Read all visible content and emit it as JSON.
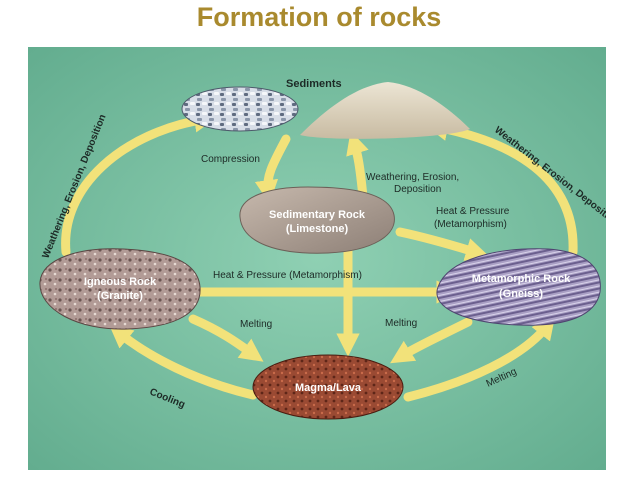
{
  "title": "Formation of rocks",
  "colors": {
    "title": "#a98a2e",
    "background": "#7fc3a6",
    "arrow": "#f2e27a",
    "rock_label": "#ffffff",
    "process_label": "#1d2a26"
  },
  "nodes": {
    "sediments": "Sediments",
    "sedimentary_name": "Sedimentary Rock",
    "sedimentary_type": "(Limestone)",
    "igneous_name": "Igneous Rock",
    "igneous_type": "(Granite)",
    "metamorphic_name": "Metamorphic Rock",
    "metamorphic_type": "(Gneiss)",
    "magma": "Magma/Lava"
  },
  "processes": {
    "weathering_left": "Weathering, Erosion, Deposition",
    "weathering_right": "Weathering, Erosion, Deposition",
    "compression": "Compression",
    "weathering_center_line1": "Weathering, Erosion,",
    "weathering_center_line2": "Deposition",
    "heat_pressure_right_line1": "Heat & Pressure",
    "heat_pressure_right_line2": "(Metamorphism)",
    "heat_pressure_mid": "Heat & Pressure (Metamorphism)",
    "melting_left": "Melting",
    "melting_center": "Melting",
    "melting_right": "Melting",
    "cooling": "Cooling"
  }
}
